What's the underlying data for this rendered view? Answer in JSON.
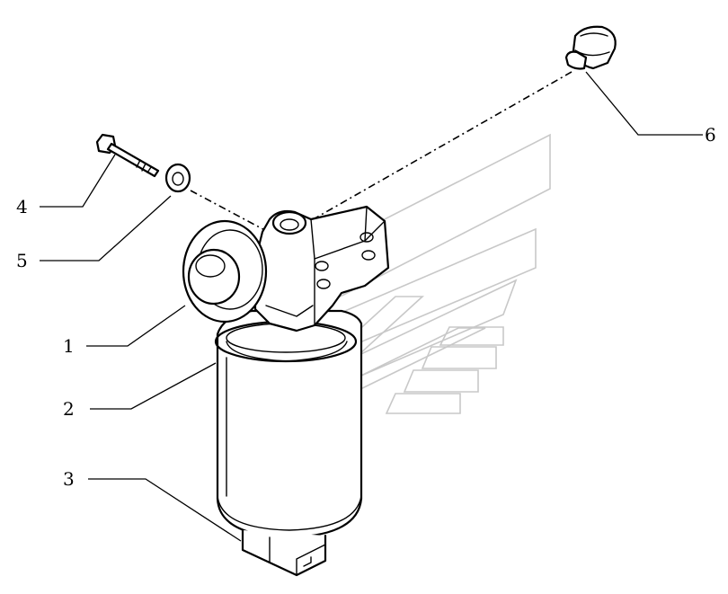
{
  "diagram": {
    "callouts": [
      {
        "id": "1",
        "label": "1"
      },
      {
        "id": "2",
        "label": "2"
      },
      {
        "id": "3",
        "label": "3"
      },
      {
        "id": "4",
        "label": "4"
      },
      {
        "id": "5",
        "label": "5"
      },
      {
        "id": "6",
        "label": "6"
      }
    ],
    "line_color": "#000000",
    "watermark_color": "#c8c8c8",
    "background": "#ffffff"
  }
}
